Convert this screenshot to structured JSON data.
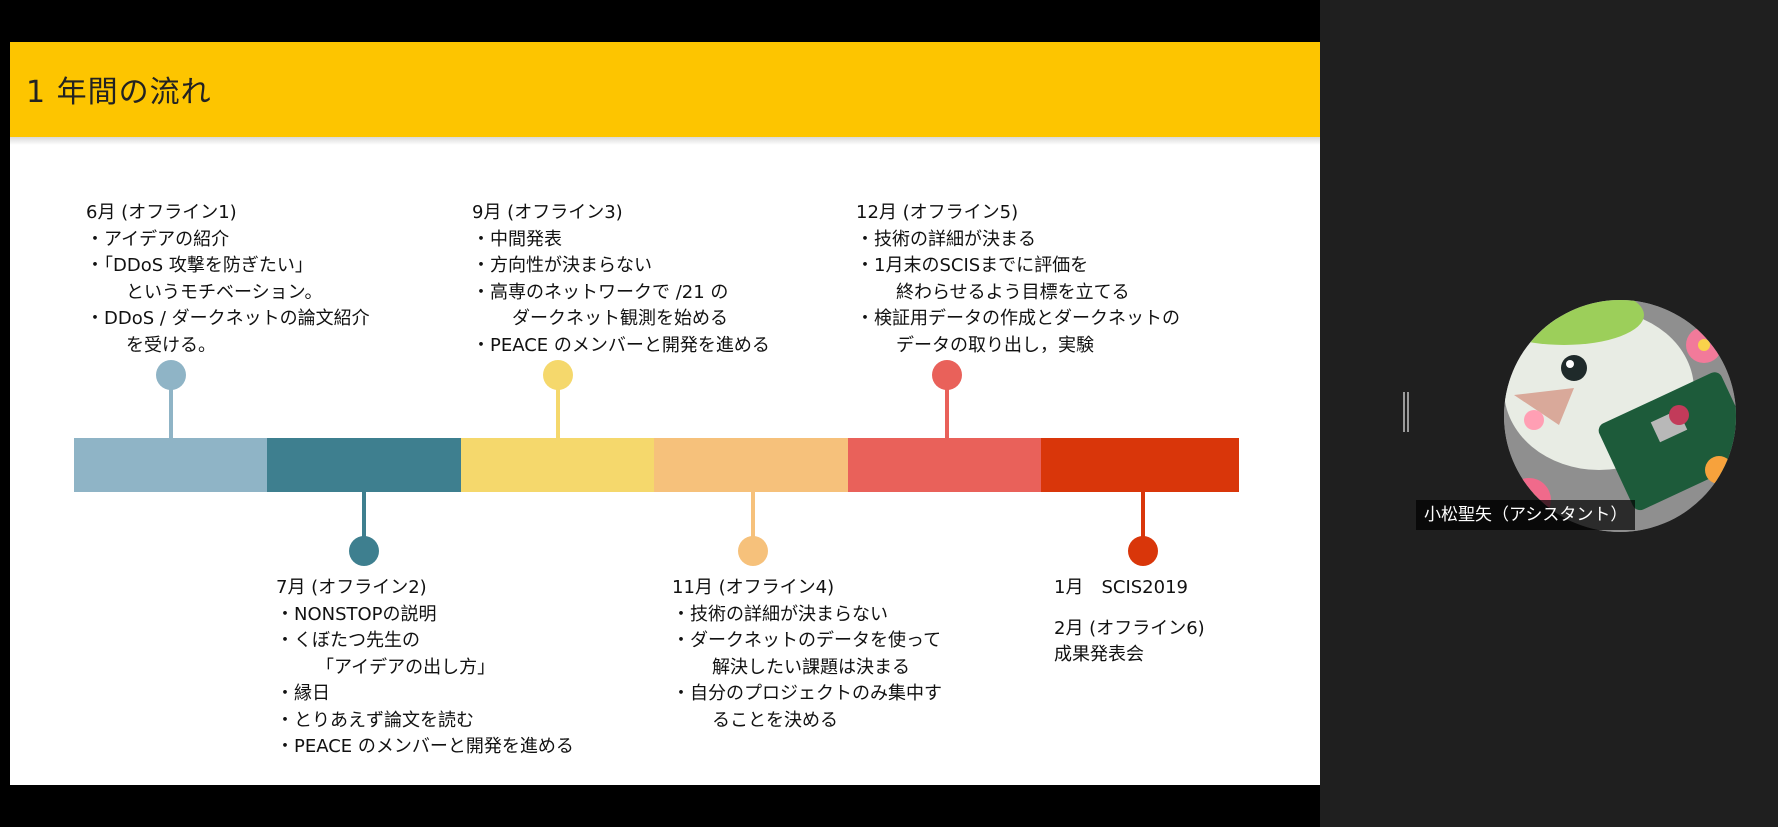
{
  "slide": {
    "title": "1 年間の流れ",
    "timeline_colors": [
      "#8fb4c6",
      "#3e7f8f",
      "#f5d86c",
      "#f6c17b",
      "#e9615a",
      "#d9360a"
    ],
    "events": [
      {
        "id": "jun",
        "heading": "6月 (オフライン1)",
        "lines": [
          "・アイデアの紹介",
          "・「DDoS 攻撃を防ぎたい」",
          "というモチベーション。",
          "・DDoS / ダークネットの論文紹介",
          "を受ける。"
        ],
        "color": "#8fb4c6"
      },
      {
        "id": "jul",
        "heading": "7月 (オフライン2)",
        "lines": [
          "・NONSTOPの説明",
          "・くぼたつ先生の",
          "「アイデアの出し方」",
          "・縁日",
          "・とりあえず論文を読む",
          "・PEACE のメンバーと開発を進める"
        ],
        "color": "#3e7f8f"
      },
      {
        "id": "sep",
        "heading": "9月 (オフライン3)",
        "lines": [
          "・中間発表",
          "・方向性が決まらない",
          "・高専のネットワークで /21 の",
          "ダークネット観測を始める",
          "・PEACE のメンバーと開発を進める"
        ],
        "color": "#f5d86c"
      },
      {
        "id": "nov",
        "heading": "11月 (オフライン4)",
        "lines": [
          "・技術の詳細が決まらない",
          "・ダークネットのデータを使って",
          "解決したい課題は決まる",
          "・自分のプロジェクトのみ集中す",
          "ることを決める"
        ],
        "color": "#f6c17b"
      },
      {
        "id": "dec",
        "heading": "12月 (オフライン5)",
        "lines": [
          "・技術の詳細が決まる",
          "・1月末のSCISまでに評価を",
          "終わらせるよう目標を立てる",
          "・検証用データの作成とダークネットの",
          "データの取り出し，実験"
        ],
        "color": "#e9615a"
      },
      {
        "id": "jan",
        "heading": "1月　SCIS2019",
        "lines": [
          "",
          "2月 (オフライン6)",
          "成果発表会"
        ],
        "color": "#d9360a"
      }
    ]
  },
  "participant": {
    "name": "小松聖矢（アシスタント）"
  }
}
